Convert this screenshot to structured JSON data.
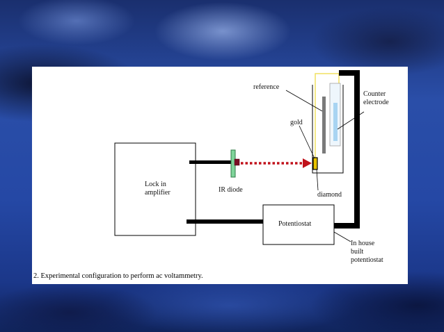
{
  "figure": {
    "caption": "2. Experimental configuration to perform ac voltammetry.",
    "labels": {
      "lock_in": "Lock in\namplifier",
      "ir_diode": "IR diode",
      "reference": "reference",
      "counter_electrode": "Counter\nelectrode",
      "gold": "gold",
      "diamond": "diamond",
      "potentiostat": "Potentiostat",
      "in_house": "In house\nbuilt\npotentiostat"
    }
  },
  "colors": {
    "background_blue": "#2548a5",
    "panel": "#ffffff",
    "laser_beam": "#c0111a",
    "ir_diode_green": "#7fd49a",
    "reference_electrode": "#7a7a7a",
    "counter_electrode": "#a8d4f2",
    "gold_electrode": "#e8c200",
    "wire": "#000000"
  }
}
